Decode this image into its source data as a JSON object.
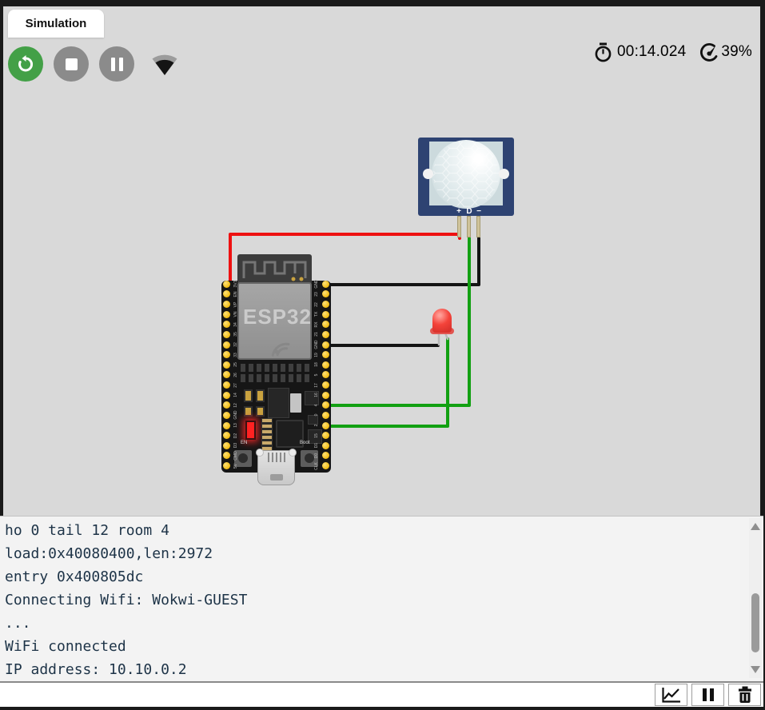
{
  "colors": {
    "accent_green": "#43a047",
    "button_gray": "#8b8b8b",
    "sim_bg": "#d9d9d9",
    "console_bg": "#f3f3f3",
    "console_text": "#1d3347",
    "wire_red": "#ee1111",
    "wire_green": "#12a012",
    "wire_black": "#141414",
    "pir_board_blue": "#2e4372",
    "pin_yellow": "#f0b90b"
  },
  "header": {
    "tab_label": "Simulation",
    "timer_value": "00:14.024",
    "cpu_usage": "39%",
    "icons": [
      "restart-icon",
      "stop-icon",
      "pause-icon",
      "wifi-icon",
      "stopwatch-icon",
      "gauge-icon"
    ]
  },
  "diagram": {
    "pir": {
      "pin_labels": [
        "+",
        "D",
        "−"
      ]
    },
    "esp32": {
      "chip_label": "ESP32",
      "en_button_label": "EN",
      "boot_button_label": "Boot",
      "left_pins": [
        "3V3",
        "EN",
        "VP",
        "VN",
        "34",
        "35",
        "32",
        "33",
        "25",
        "26",
        "27",
        "14",
        "12",
        "GND",
        "13",
        "D2",
        "D3",
        "CMD",
        "5V"
      ],
      "right_pins": [
        "GND",
        "23",
        "22",
        "TX",
        "RX",
        "21",
        "GND",
        "19",
        "18",
        "5",
        "17",
        "16",
        "4",
        "0",
        "2",
        "15",
        "D1",
        "D0",
        "CLK"
      ]
    }
  },
  "console": {
    "lines": [
      "ho 0 tail 12 room 4",
      "load:0x40080400,len:2972",
      "entry 0x400805dc",
      "Connecting Wifi: Wokwi-GUEST",
      "...",
      "WiFi connected",
      "IP address: 10.10.0.2"
    ]
  },
  "toolbar": {
    "icons": [
      "chart-icon",
      "pause-icon",
      "trash-icon"
    ]
  }
}
